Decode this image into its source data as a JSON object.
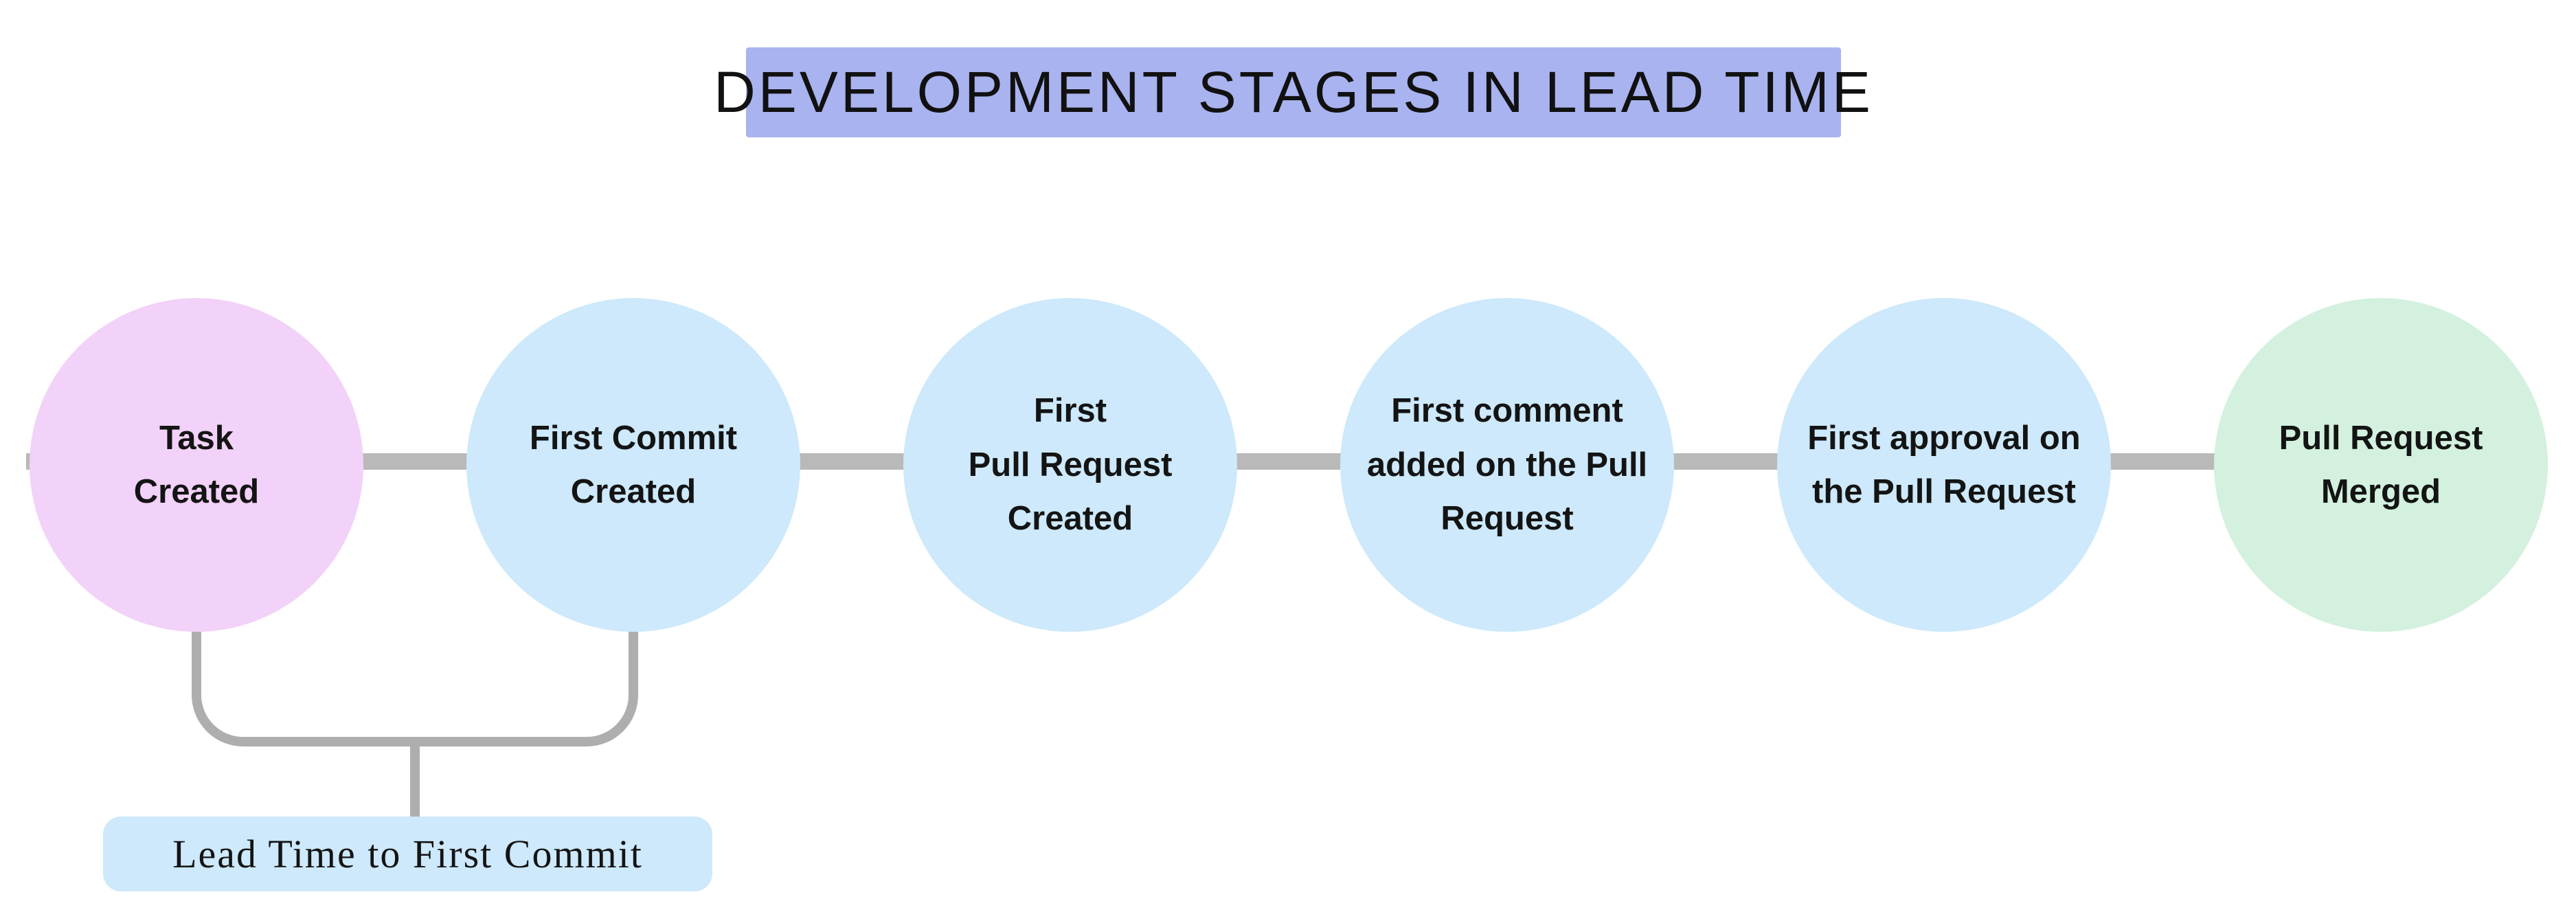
{
  "title": "DEVELOPMENT STAGES IN LEAD TIME",
  "stages": [
    {
      "id": "task-created",
      "lines": [
        "Task",
        "Created"
      ],
      "color": "#f2d2f8"
    },
    {
      "id": "first-commit-created",
      "lines": [
        "First Commit",
        "Created"
      ],
      "color": "#cde9fb"
    },
    {
      "id": "first-pull-request-created",
      "lines": [
        "First",
        "Pull Request",
        "Created"
      ],
      "color": "#cde9fb"
    },
    {
      "id": "first-comment-added",
      "lines": [
        "First comment",
        "added on the Pull",
        "Request"
      ],
      "color": "#cde9fb"
    },
    {
      "id": "first-approval",
      "lines": [
        "First approval on",
        "the Pull Request"
      ],
      "color": "#cde9fb"
    },
    {
      "id": "pull-request-merged",
      "lines": [
        "Pull Request",
        "Merged"
      ],
      "color": "#d3f1de"
    }
  ],
  "annotation": {
    "label": "Lead Time to First Commit",
    "bg": "#cde9fb"
  },
  "colors": {
    "title_bg": "#a9b3ef",
    "connector": "#b9b9b9",
    "bracket": "#aeaeae",
    "text": "#141414",
    "background": "#ffffff"
  }
}
